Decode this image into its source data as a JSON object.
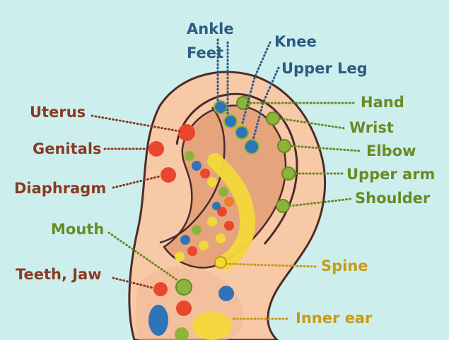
{
  "colors": {
    "background": "#ccefee",
    "skin": "#f7c9a6",
    "skin_shade": "#e6a47d",
    "outline": "#4a2c2a",
    "blue_label": "#2c5b83",
    "green_label": "#6a8a25",
    "red_label": "#8a3a22",
    "yellow_label": "#c89a16",
    "dot_blue": "#2f74b8",
    "dot_green": "#8cb43a",
    "dot_red": "#e8472e",
    "dot_orange": "#f07b2a",
    "dot_yellow": "#f3d83a"
  },
  "labels": {
    "ankle": "Ankle",
    "feet": "Feet",
    "knee": "Knee",
    "upper_leg": "Upper Leg",
    "hand": "Hand",
    "wrist": "Wrist",
    "elbow": "Elbow",
    "upper_arm": "Upper arm",
    "shoulder": "Shoulder",
    "uterus": "Uterus",
    "genitals": "Genitals",
    "diaphragm": "Diaphragm",
    "mouth": "Mouth",
    "teeth_jaw": "Teeth, Jaw",
    "spine": "Spine",
    "inner_ear": "Inner ear"
  }
}
